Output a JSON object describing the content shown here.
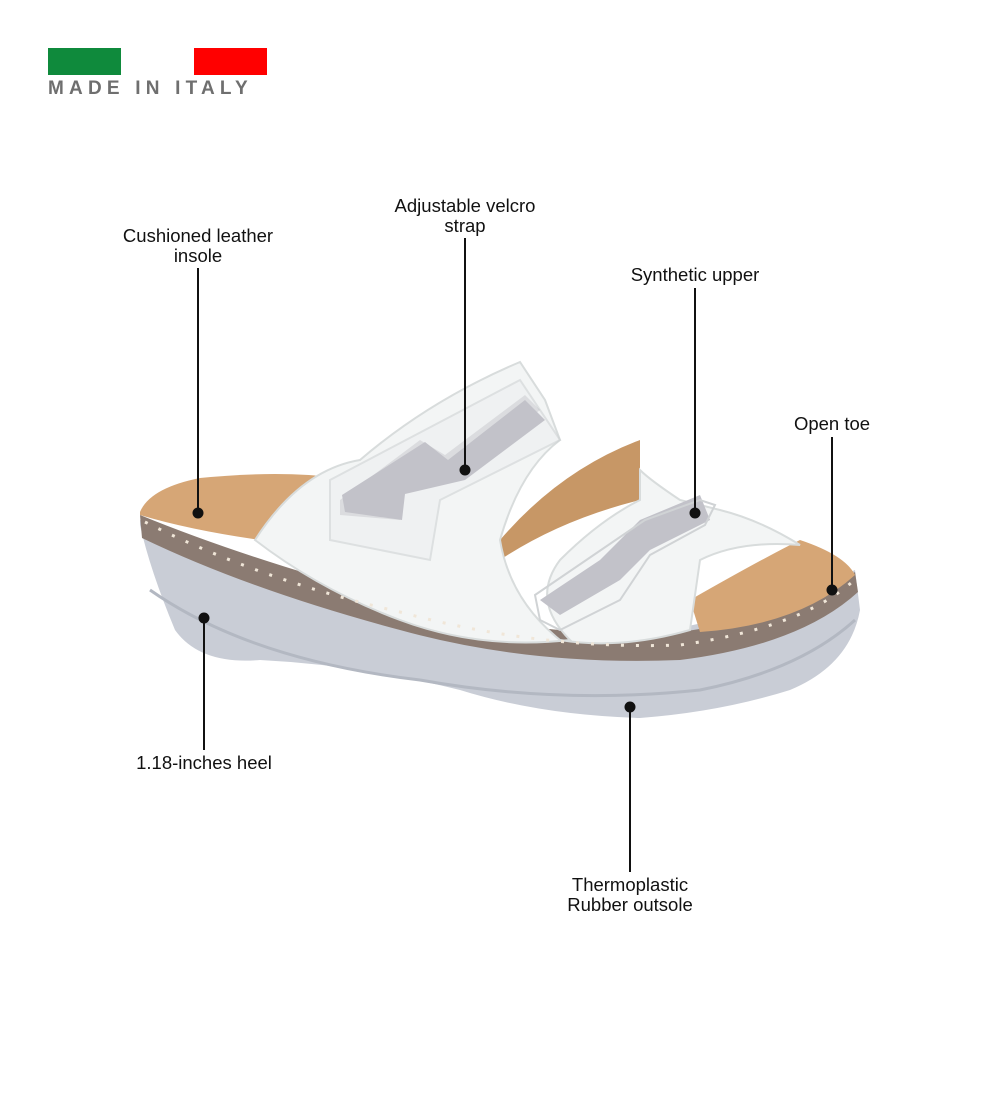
{
  "badge": {
    "text": "MADE IN ITALY",
    "flag_colors": [
      "#0f8a3c",
      "#ffffff",
      "#ff0000"
    ]
  },
  "callouts": {
    "insole": [
      "Cushioned leather",
      "insole"
    ],
    "strap": [
      "Adjustable velcro",
      "strap"
    ],
    "upper": "Synthetic upper",
    "toe": "Open toe",
    "heel": "1.18-inches heel",
    "outsole": [
      "Thermoplastic",
      "Rubber outsole"
    ]
  }
}
